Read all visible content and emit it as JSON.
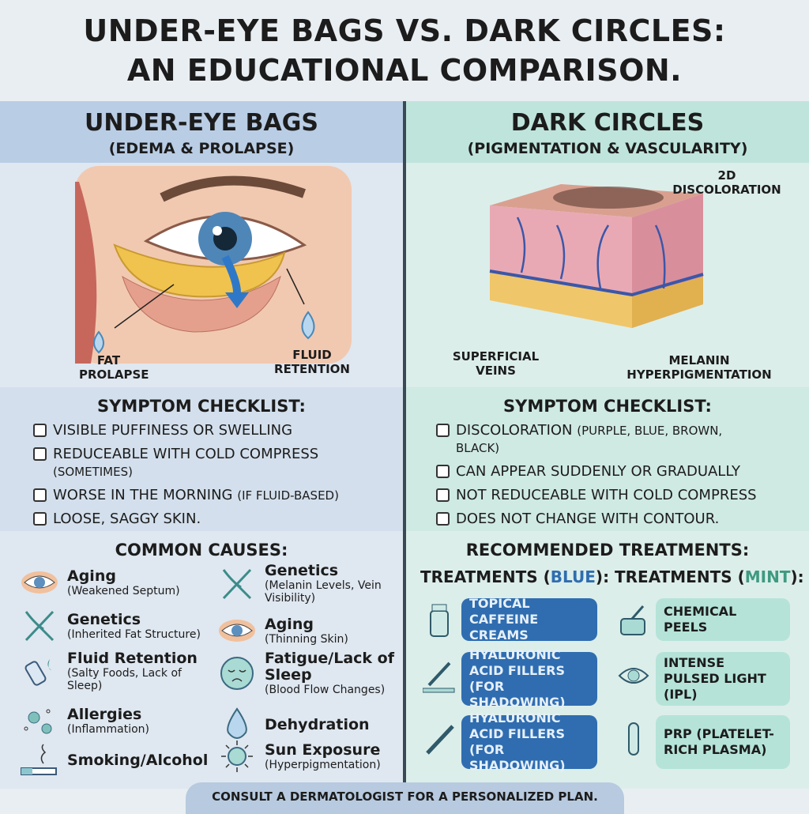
{
  "title": {
    "line1": "UNDER-EYE BAGS VS. DARK CIRCLES:",
    "line2": "AN EDUCATIONAL COMPARISON."
  },
  "left": {
    "header": "UNDER-EYE BAGS",
    "subheader": "(EDEMA & PROLAPSE)",
    "labels": {
      "fat": "FAT PROLAPSE",
      "fluid": "FLUID RETENTION"
    },
    "checklist_title": "SYMPTOM CHECKLIST:",
    "checklist": [
      {
        "text": "VISIBLE PUFFINESS OR SWELLING",
        "note": ""
      },
      {
        "text": "REDUCEABLE WITH COLD COMPRESS",
        "note": "(SOMETIMES)"
      },
      {
        "text": "WORSE IN THE MORNING",
        "note": "(IF FLUID-BASED)"
      },
      {
        "text": "LOOSE, SAGGY SKIN.",
        "note": ""
      }
    ],
    "causes_title": "COMMON CAUSES:",
    "causes": [
      {
        "name": "Aging",
        "detail": "(Weakened Septum)",
        "icon": "eye-icon"
      },
      {
        "name": "Genetics",
        "detail": "(Inherited Fat Structure)",
        "icon": "dna-icon"
      },
      {
        "name": "Fluid Retention",
        "detail": "(Salty Foods, Lack of Sleep)",
        "icon": "salt-shaker-icon"
      },
      {
        "name": "Allergies",
        "detail": "(Inflammation)",
        "icon": "allergen-icon"
      },
      {
        "name": "Smoking/Alcohol",
        "detail": "",
        "icon": "cigarette-icon"
      }
    ]
  },
  "right": {
    "header": "DARK CIRCLES",
    "subheader": "(PIGMENTATION & VASCULARITY)",
    "labels": {
      "discoloration": "2D DISCOLORATION",
      "veins": "SUPERFICIAL VEINS",
      "melanin": "MELANIN HYPERPIGMENTATION"
    },
    "checklist_title": "SYMPTOM CHECKLIST:",
    "checklist": [
      {
        "text": "DISCOLORATION",
        "note": "(PURPLE, BLUE, BROWN, BLACK)"
      },
      {
        "text": "CAN APPEAR SUDDENLY OR GRADUALLY",
        "note": ""
      },
      {
        "text": "NOT REDUCEABLE WITH COLD COMPRESS",
        "note": ""
      },
      {
        "text": "DOES NOT CHANGE WITH CONTOUR.",
        "note": ""
      }
    ],
    "causes": [
      {
        "name": "Genetics",
        "detail": "(Melanin Levels, Vein Visibility)",
        "icon": "dna-icon"
      },
      {
        "name": "Aging",
        "detail": "(Thinning Skin)",
        "icon": "eye-icon"
      },
      {
        "name": "Fatigue/Lack of Sleep",
        "detail": "(Blood Flow Changes)",
        "icon": "tired-face-icon"
      },
      {
        "name": "Dehydration",
        "detail": "",
        "icon": "water-drop-icon"
      },
      {
        "name": "Sun Exposure",
        "detail": "(Hyperpigmentation)",
        "icon": "sun-icon"
      }
    ],
    "treatments_title": "RECOMMENDED TREATMENTS:",
    "blue_title": {
      "pre": "TREATMENTS (",
      "color": "BLUE",
      "post": "):"
    },
    "mint_title": {
      "pre": "TREATMENTS (",
      "color": "MINT",
      "post": "):"
    },
    "blue": [
      "TOPICAL CAFFEINE CREAMS",
      "HYALURONIC ACID FILLERS (FOR SHADOWING)",
      "HYALURONIC ACID FILLERS (FOR SHADOWING)"
    ],
    "mint": [
      "CHEMICAL PEELS",
      "INTENSE PULSED LIGHT (IPL)",
      "PRP (PLATELET-RICH PLASMA)"
    ]
  },
  "footer": "CONSULT A DERMATOLOGIST FOR A PERSONALIZED PLAN.",
  "colors": {
    "blue": "#2f6db0",
    "mint": "#b5e3d8",
    "header_blue": "#b9cde5",
    "header_mint": "#bfe4dc"
  }
}
